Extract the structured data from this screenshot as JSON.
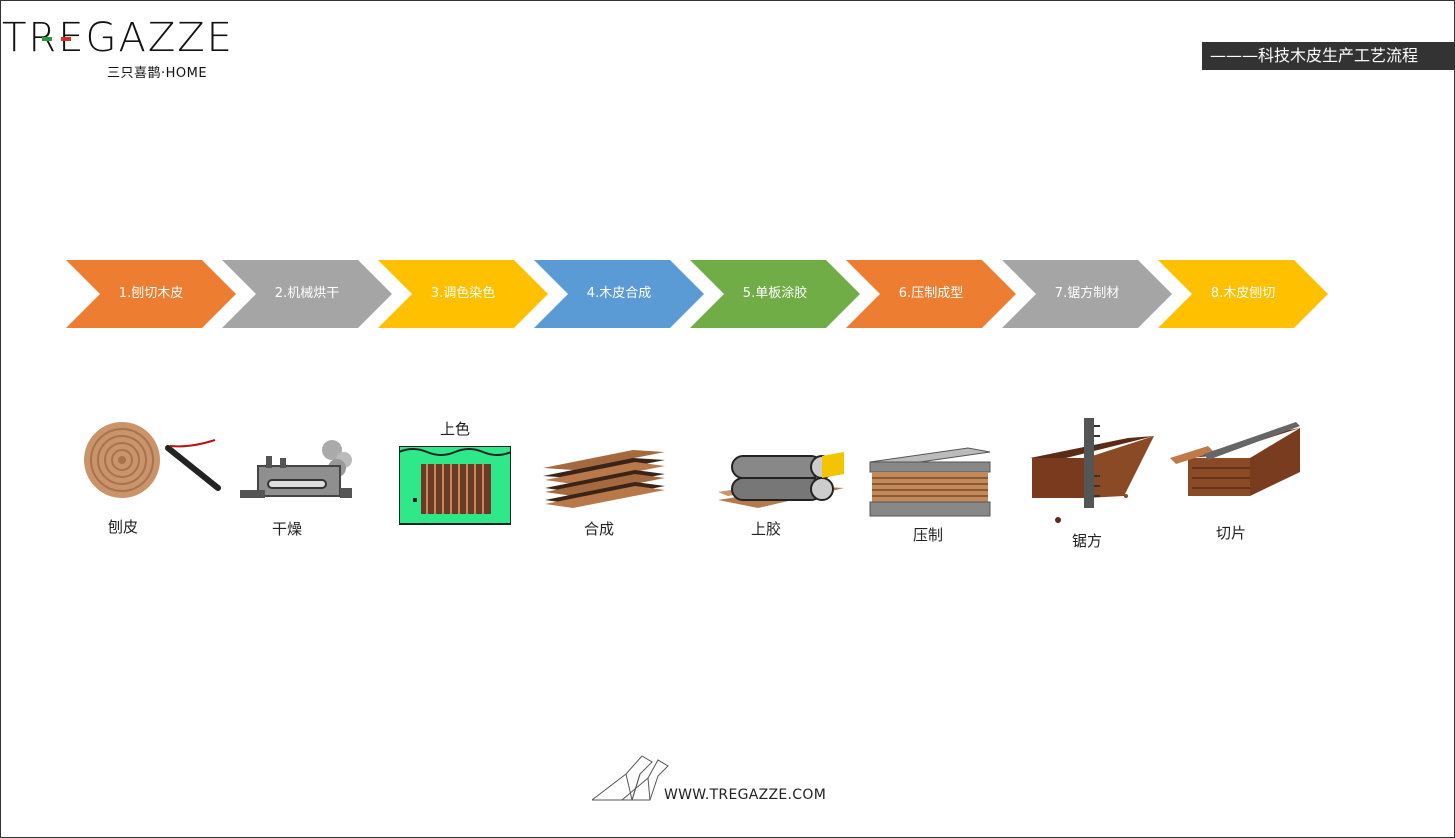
{
  "brand": {
    "wordmark": "TREGAZZE",
    "subtitle": "三只喜鹊·HOME",
    "flag_colors": [
      "#2e9a3f",
      "#ffffff",
      "#d62c2c"
    ]
  },
  "header": {
    "title": "———科技木皮生产工艺流程"
  },
  "steps": [
    {
      "label": "1.刨切木皮",
      "color": "#ED7D31"
    },
    {
      "label": "2.机械烘干",
      "color": "#A5A5A5"
    },
    {
      "label": "3.调色染色",
      "color": "#FFC000"
    },
    {
      "label": "4.木皮合成",
      "color": "#5B9BD5"
    },
    {
      "label": "5.单板涂胶",
      "color": "#70AD47"
    },
    {
      "label": "6.压制成型",
      "color": "#ED7D31"
    },
    {
      "label": "7.锯方制材",
      "color": "#A5A5A5"
    },
    {
      "label": "8.木皮刨切",
      "color": "#FFC000"
    }
  ],
  "illustrations": [
    {
      "icon": "log-peeling-icon",
      "caption": "刨皮"
    },
    {
      "icon": "drying-machine-icon",
      "caption": "干燥"
    },
    {
      "icon": "dye-tank-icon",
      "caption": "上色"
    },
    {
      "icon": "veneer-stack-icon",
      "caption": "合成"
    },
    {
      "icon": "glue-roller-icon",
      "caption": "上胶"
    },
    {
      "icon": "press-icon",
      "caption": "压制"
    },
    {
      "icon": "saw-icon",
      "caption": "锯方"
    },
    {
      "icon": "slicing-icon",
      "caption": "切片"
    }
  ],
  "footer": {
    "icon": "magpie-logo-icon",
    "url": "WWW.TREGAZZE.COM"
  }
}
